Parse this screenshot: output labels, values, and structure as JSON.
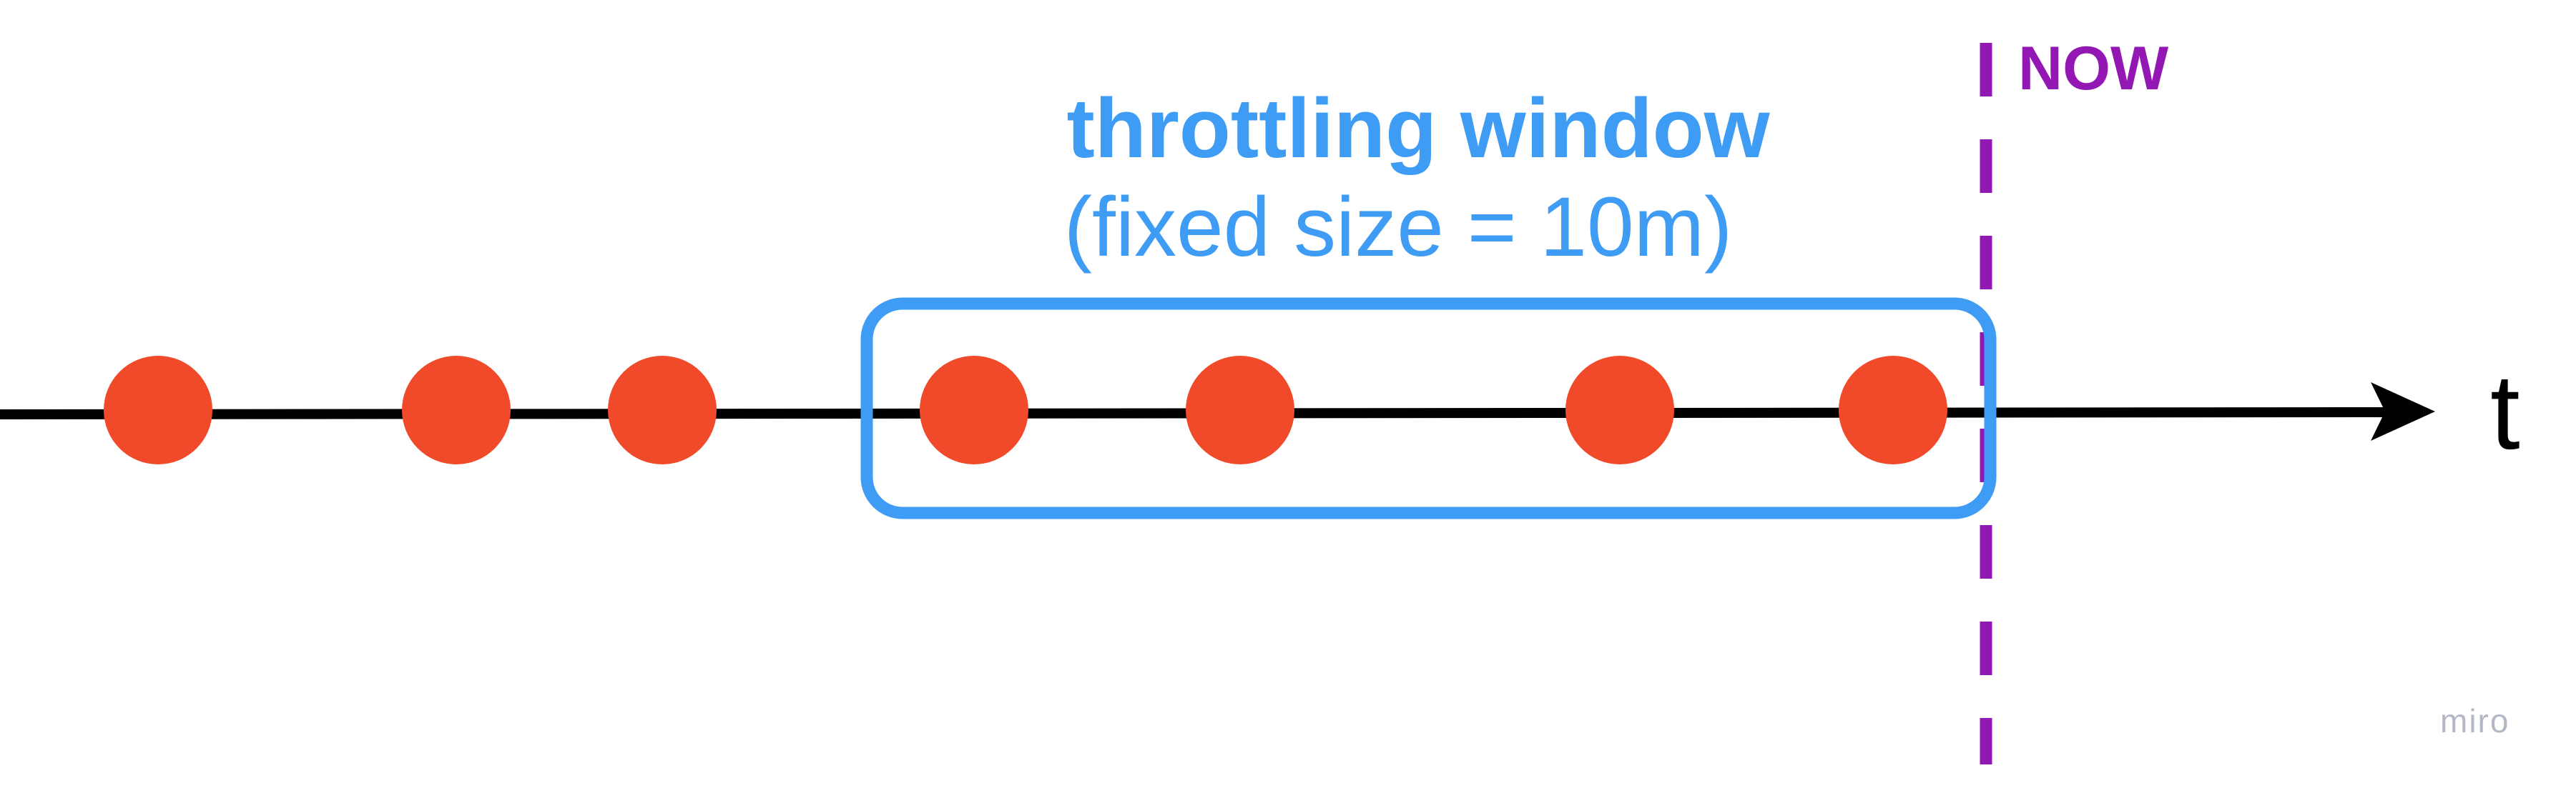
{
  "diagram": {
    "window_title": "throttling window",
    "window_subtitle": "(fixed size = 10m)",
    "now_label": "NOW",
    "axis_label": "t",
    "watermark": "miro",
    "event_count": 7,
    "events_inside_window": 4
  },
  "colors": {
    "axis": "#000000",
    "event": "#f04a2a",
    "window": "#3f9cf4",
    "now": "#9317b3",
    "watermark": "#b4b8c4"
  }
}
